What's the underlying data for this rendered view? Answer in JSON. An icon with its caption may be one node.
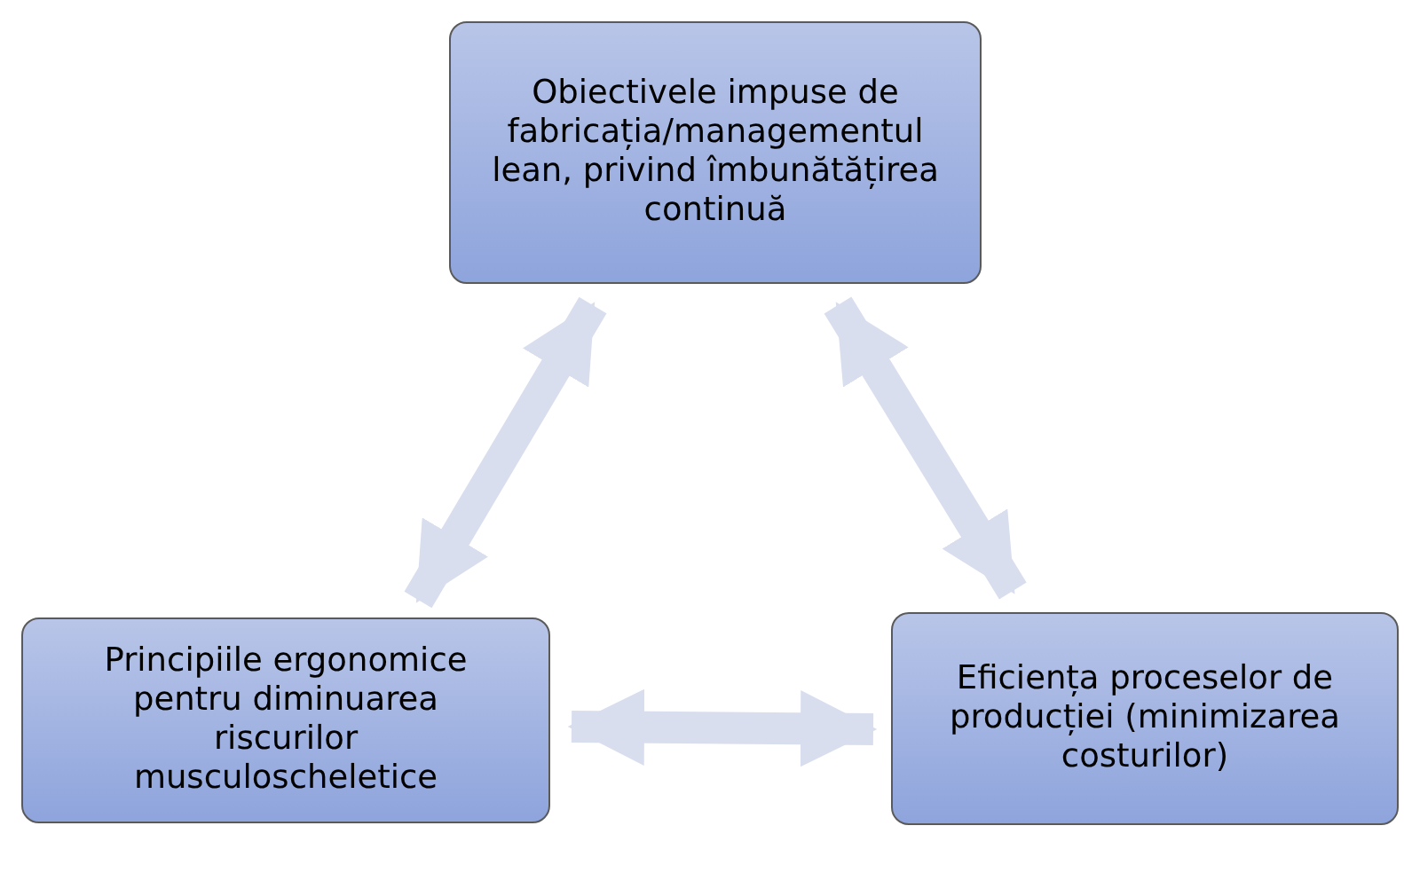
{
  "diagram": {
    "nodes": [
      {
        "text": [
          "Obiectivele impuse de fabricația/managementul lean, privind îmbunătățirea continuă"
        ]
      },
      {
        "text": [
          "Principiile ergonomice pentru diminuarea riscurilor musculoscheletice"
        ]
      },
      {
        "text": [
          "Eficiența proceselor de producției (minimizarea costurilor)"
        ]
      }
    ],
    "edges": [
      {
        "from": 1,
        "to": 0,
        "arrow": "both"
      },
      {
        "from": 0,
        "to": 2,
        "arrow": "both"
      },
      {
        "from": 1,
        "to": 2,
        "arrow": "both"
      }
    ]
  }
}
